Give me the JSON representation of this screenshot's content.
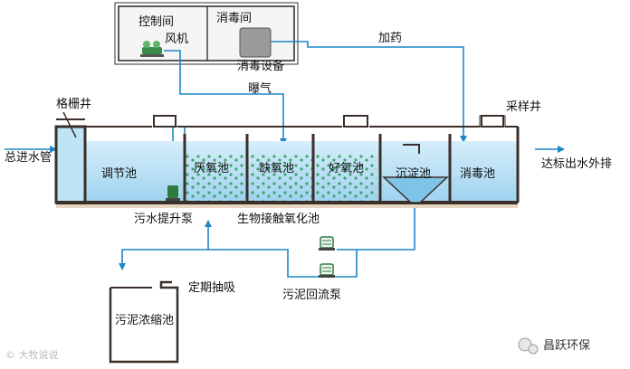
{
  "labels": {
    "control_room": "控制间",
    "blower": "风机",
    "disinfect_room": "消毒间",
    "disinfect_equipment": "消毒设备",
    "dosing": "加药",
    "aeration": "曝气",
    "grille_well": "格栅井",
    "sampling_well": "采样井",
    "main_inlet": "总进水管",
    "outlet": "达标出水外排",
    "regulating_tank": "调节池",
    "anaerobic_tank": "厌氧池",
    "anoxic_tank": "缺氧池",
    "aerobic_tank": "好氧池",
    "sedimentation_tank": "沉淀池",
    "disinfection_tank": "消毒池",
    "sewage_lift_pump": "污水提升泵",
    "bio_contact_oxidation": "生物接触氧化池",
    "periodic_pumping": "定期抽吸",
    "sludge_thickener": "污泥浓缩池",
    "sludge_return_pump": "污泥回流泵"
  },
  "watermark": "© 大牧说说",
  "brand": "昌跃环保",
  "colors": {
    "pipe": "#1b86c8",
    "water_top": "#cfe9f8",
    "water_bottom": "#9fd4f1",
    "wall": "#3b2f2a",
    "ground": "#e6d6c2",
    "media_dot": "#2d9a55"
  }
}
